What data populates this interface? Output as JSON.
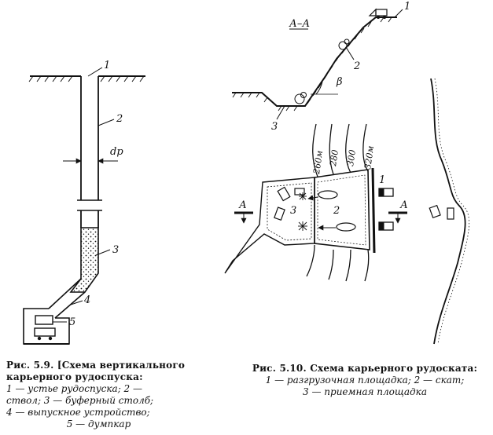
{
  "figure_1": {
    "labels": [
      "1",
      "2",
      "3",
      "4",
      "5"
    ],
    "dimension_label": "dр",
    "caption": {
      "title": "Рис. 5.9. [Схема вертикального карьерного рудоспуска:",
      "legend_lines": [
        "1 — устье рудоспуска; 2 —",
        "ствол; 3 — буферный столб;",
        "4 — выпускное устройство;"
      ],
      "last_line": "5 — думпкар"
    }
  },
  "figure_2": {
    "section_title": "А–А",
    "section_labels": [
      "1",
      "2",
      "3"
    ],
    "angle_label": "β",
    "contour_labels": [
      "260м",
      "280",
      "300",
      "320м"
    ],
    "plan_labels": [
      "1",
      "2",
      "3"
    ],
    "cut_labels": [
      "А",
      "А"
    ],
    "caption": {
      "title": "Рис. 5.10. Схема карьерного рудоската:",
      "legend_line1": "1 — разгрузочная площадка; 2 — скат;",
      "legend_line2": "3 — приемная площадка"
    }
  }
}
